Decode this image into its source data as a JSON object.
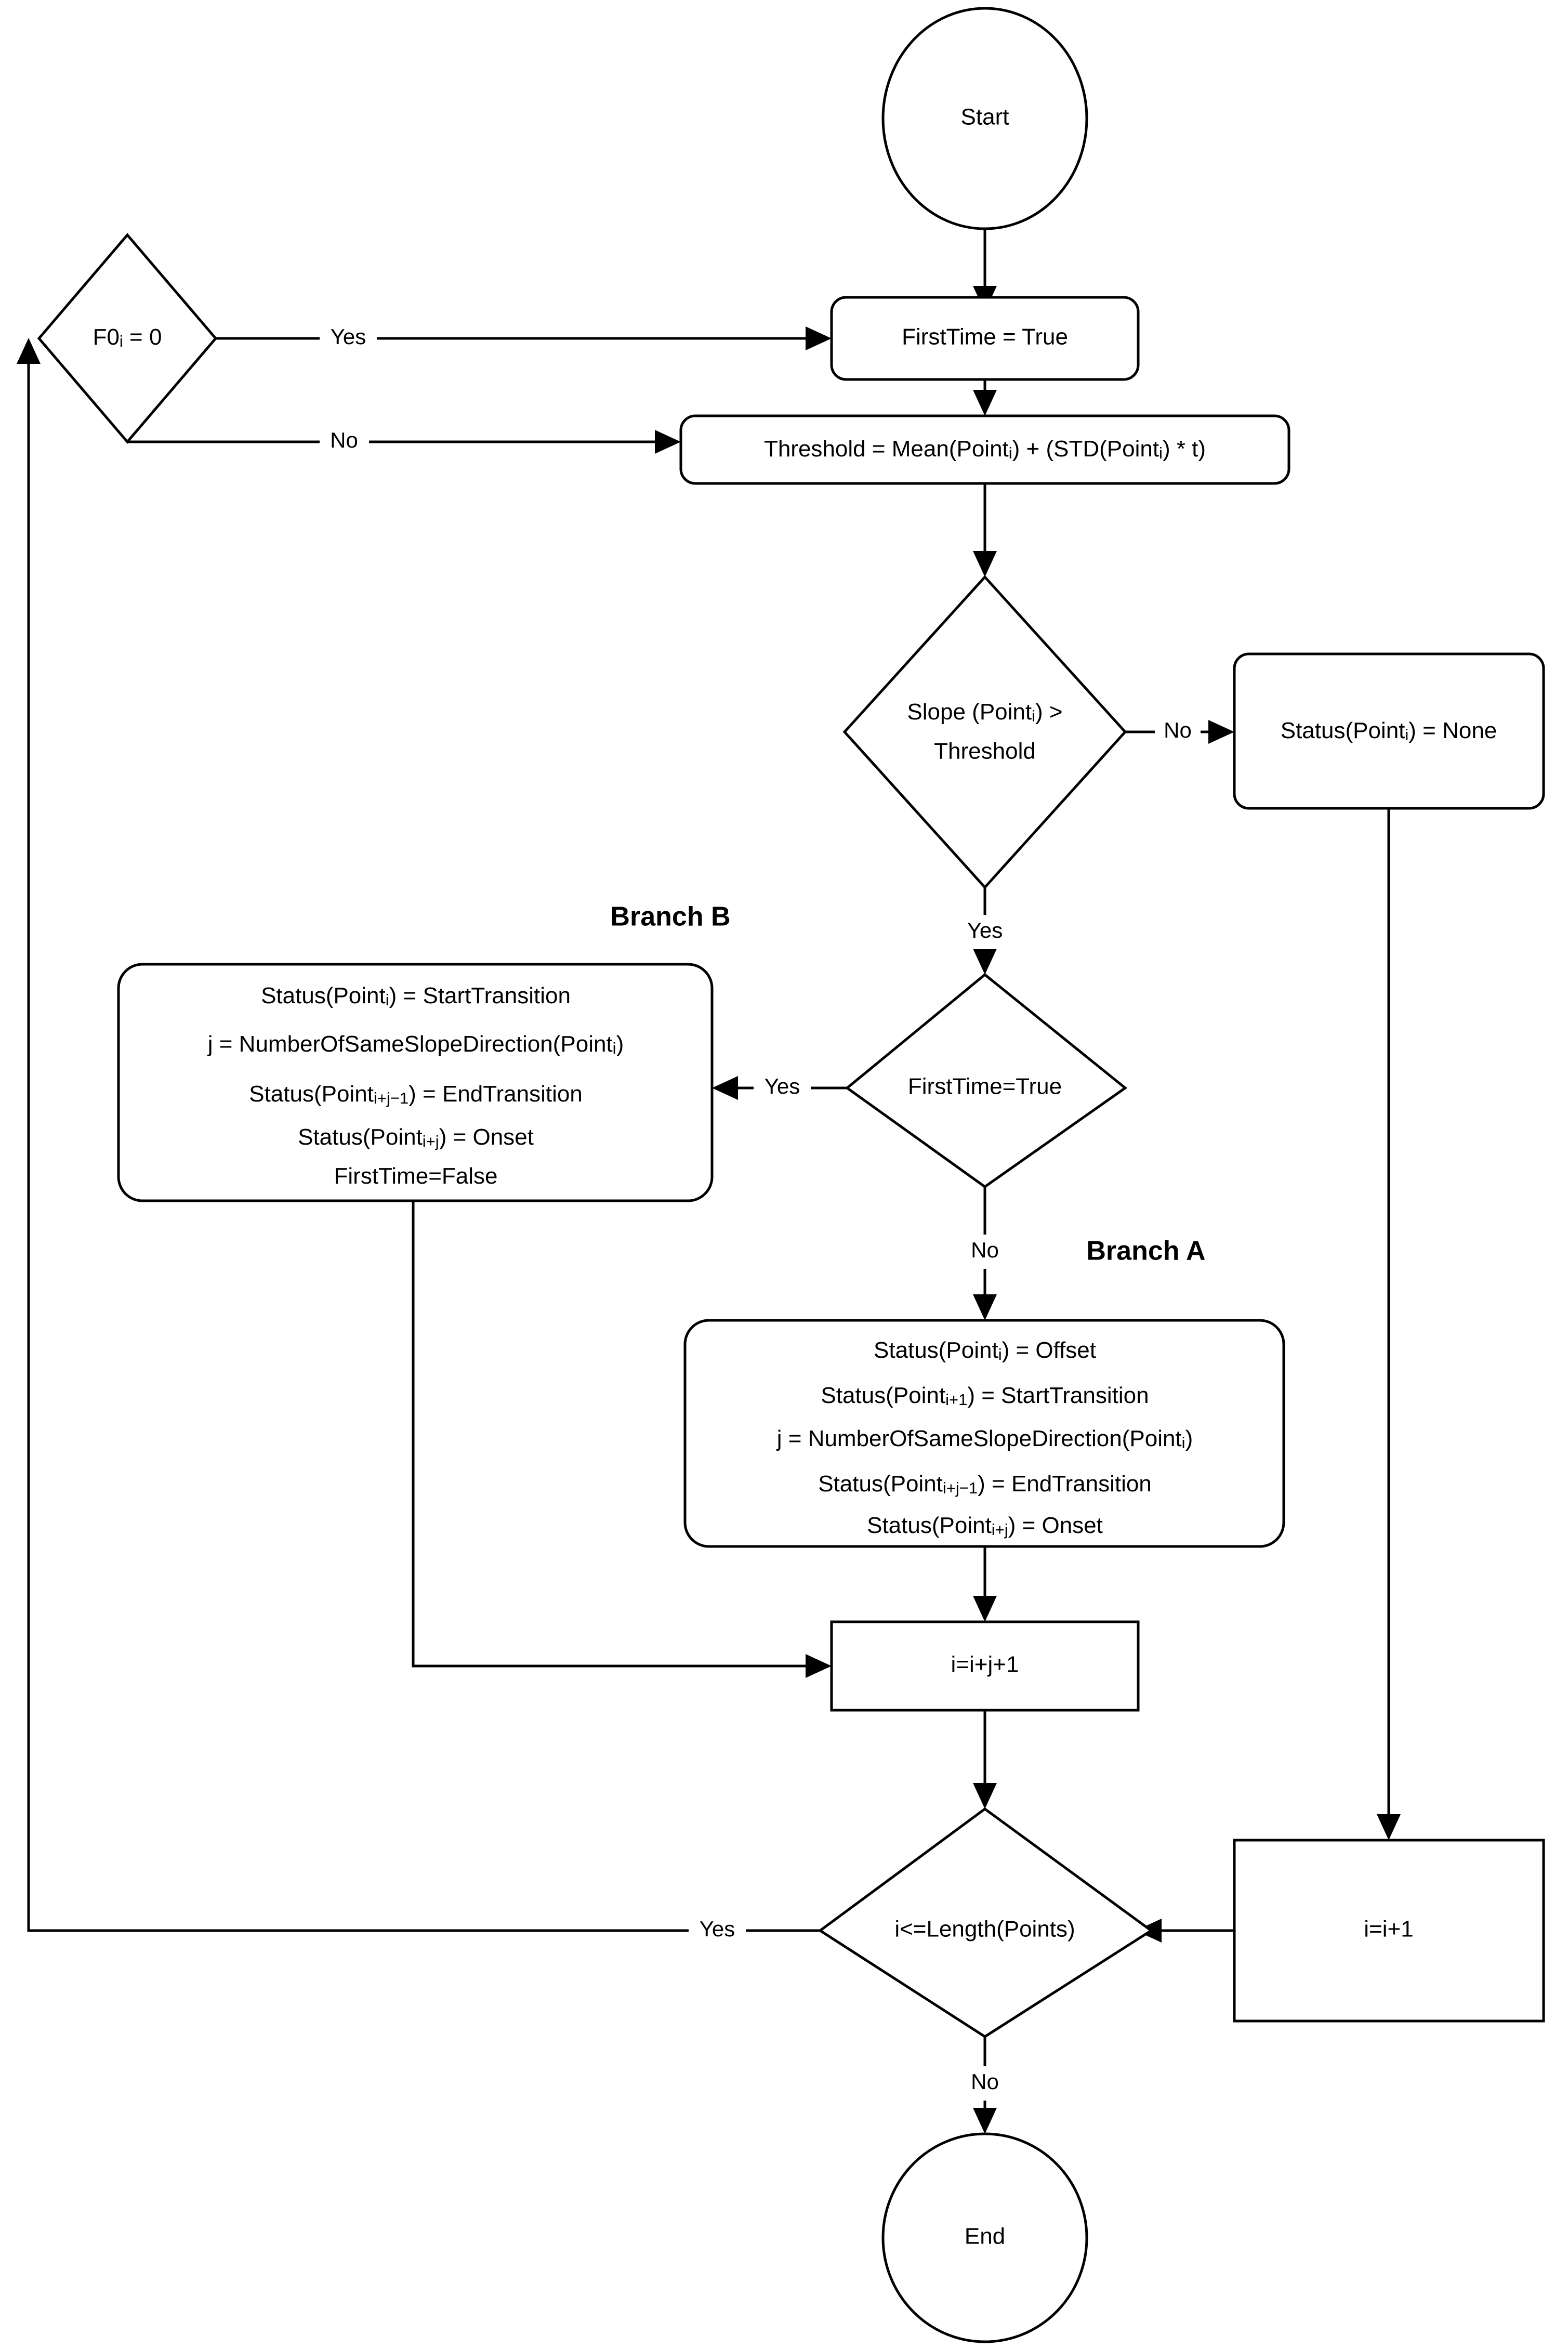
{
  "diagram": {
    "type": "flowchart",
    "title": "Onset/Offset detection algorithm flowchart",
    "background_color": "#ffffff",
    "line_color": "#000000",
    "text_color": "#000000"
  },
  "nodes": {
    "start": {
      "id": "start",
      "shape": "ellipse",
      "label": "Start"
    },
    "f0_check": {
      "id": "f0_check",
      "shape": "diamond",
      "label": "F0",
      "sub": "i",
      "label_tail": " = 0"
    },
    "first_time_true": {
      "id": "first_time_true",
      "shape": "rounded-rect",
      "label": "FirstTime = True"
    },
    "threshold": {
      "id": "threshold",
      "shape": "rounded-rect",
      "label_parts": [
        "Threshold = Mean(Point",
        "i",
        ") + (STD(Point",
        "i",
        ") * t)"
      ]
    },
    "slope_check": {
      "id": "slope_check",
      "shape": "diamond",
      "line1_parts": [
        "Slope (Point",
        "i",
        ") >"
      ],
      "line2": "Threshold"
    },
    "status_none": {
      "id": "status_none",
      "shape": "rounded-rect",
      "label_parts": [
        "Status(Point",
        "i",
        ") = None"
      ]
    },
    "first_time_check": {
      "id": "first_time_check",
      "shape": "diamond",
      "label": "FirstTime=True"
    },
    "branch_b": {
      "id": "branch_b",
      "shape": "rounded-rect",
      "title": "Branch B",
      "lines": [
        {
          "parts": [
            "Status(Point",
            "i",
            ") = StartTransition"
          ]
        },
        {
          "parts": [
            "j = NumberOfSameSlopeDirection(Point",
            "i",
            ")"
          ]
        },
        {
          "parts": [
            "Status(Point",
            "i+j−1",
            ") = EndTransition"
          ]
        },
        {
          "parts": [
            "Status(Point",
            "i+j",
            ") = Onset"
          ]
        },
        {
          "parts": [
            "FirstTime=False",
            "",
            ""
          ]
        }
      ]
    },
    "branch_a": {
      "id": "branch_a",
      "shape": "rounded-rect",
      "title": "Branch A",
      "lines": [
        {
          "parts": [
            "Status(Point",
            "i",
            ") = Offset"
          ]
        },
        {
          "parts": [
            "Status(Point",
            "i+1",
            ") = StartTransition"
          ]
        },
        {
          "parts": [
            "j = NumberOfSameSlopeDirection(Point",
            "i",
            ")"
          ]
        },
        {
          "parts": [
            "Status(Point",
            "i+j−1",
            ") = EndTransition"
          ]
        },
        {
          "parts": [
            "Status(Point",
            "i+j",
            ") = Onset"
          ]
        }
      ]
    },
    "incr_ij1": {
      "id": "incr_ij1",
      "shape": "rect",
      "label": "i=i+j+1"
    },
    "loop_check": {
      "id": "loop_check",
      "shape": "diamond",
      "label": "i<=Length(Points)"
    },
    "incr_i1": {
      "id": "incr_i1",
      "shape": "rect",
      "label": "i=i+1"
    },
    "end": {
      "id": "end",
      "shape": "ellipse",
      "label": "End"
    }
  },
  "edge_labels": {
    "f0_yes": "Yes",
    "f0_no": "No",
    "slope_no": "No",
    "slope_yes": "Yes",
    "firsttime_yes": "Yes",
    "firsttime_no": "No",
    "loop_yes": "Yes",
    "loop_no": "No"
  },
  "annotations": {
    "branch_b_label": "Branch B",
    "branch_a_label": "Branch A"
  }
}
